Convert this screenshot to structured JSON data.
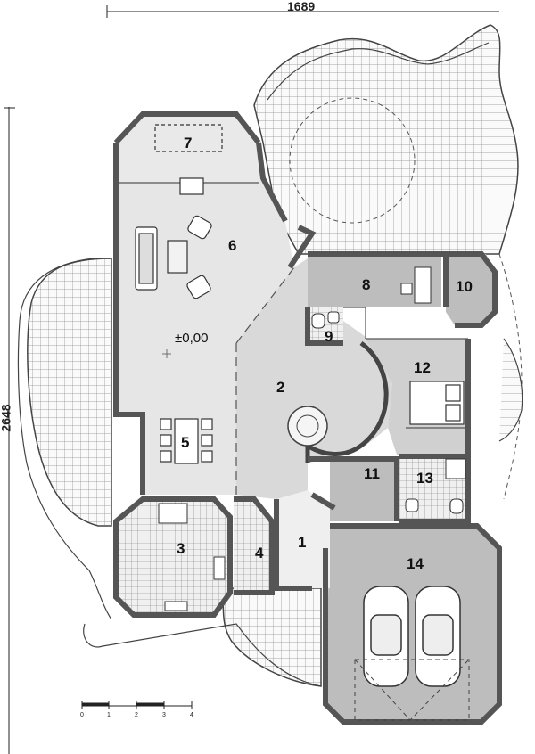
{
  "dimensions": {
    "width_label": "1689",
    "height_label": "2648"
  },
  "elevation_label": "±0,00",
  "rooms": [
    {
      "number": "1"
    },
    {
      "number": "2"
    },
    {
      "number": "3"
    },
    {
      "number": "4"
    },
    {
      "number": "5"
    },
    {
      "number": "6"
    },
    {
      "number": "7"
    },
    {
      "number": "8"
    },
    {
      "number": "9"
    },
    {
      "number": "10"
    },
    {
      "number": "11"
    },
    {
      "number": "12"
    },
    {
      "number": "13"
    },
    {
      "number": "14"
    }
  ],
  "scale_bar": {
    "ticks": [
      "0",
      "1",
      "2",
      "3",
      "4"
    ]
  },
  "colors": {
    "wall": "#555555",
    "shaded_room": "#bdbdbd",
    "light_room": "#e6e6e6",
    "tile": "#888888",
    "dim_line": "#222222"
  }
}
